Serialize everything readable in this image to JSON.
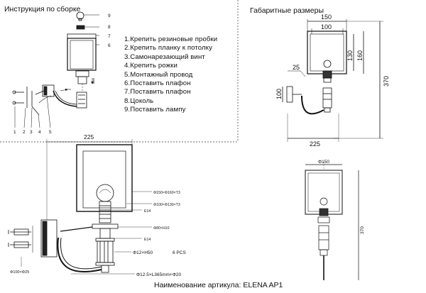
{
  "assembly": {
    "title": "Инструкция по сборке",
    "steps": [
      "1.Крепить резиновые пробки",
      "2.Крепить планку к потолку",
      "3.Самонарезающий винт",
      "4.Крепить рожки",
      "5.Монтажный провод",
      "6.Поставить плафон",
      "7.Поставить плафон",
      "8.Цоколь",
      "9.Поставить лампу"
    ],
    "part_numbers": [
      "9",
      "8",
      "7",
      "6"
    ],
    "bottom_numbers": [
      "1",
      "2",
      "3",
      "4",
      "5"
    ]
  },
  "dimensions": {
    "title": "Габаритные размеры",
    "d150": "150",
    "d100": "100",
    "d130": "130",
    "d160": "160",
    "d370": "370",
    "d25": "25",
    "d100_side": "100",
    "d225": "225",
    "phi150": "Φ150",
    "h370": "370"
  },
  "detail": {
    "top225": "225",
    "shade_outer": "Φ150×Φ160×T3",
    "shade_inner": "Φ100×Φ130×T3",
    "e14_a": "E14",
    "cup": "Φ80×H10",
    "e14_b": "E14",
    "tube": "Φ12×H50",
    "pcs": "6 PCS",
    "base": "Φ100×Φ25",
    "arm": "Φ12.5×L365mm+Φ20"
  },
  "footer": {
    "article": "Наименование артикула: ELENA AP1"
  }
}
